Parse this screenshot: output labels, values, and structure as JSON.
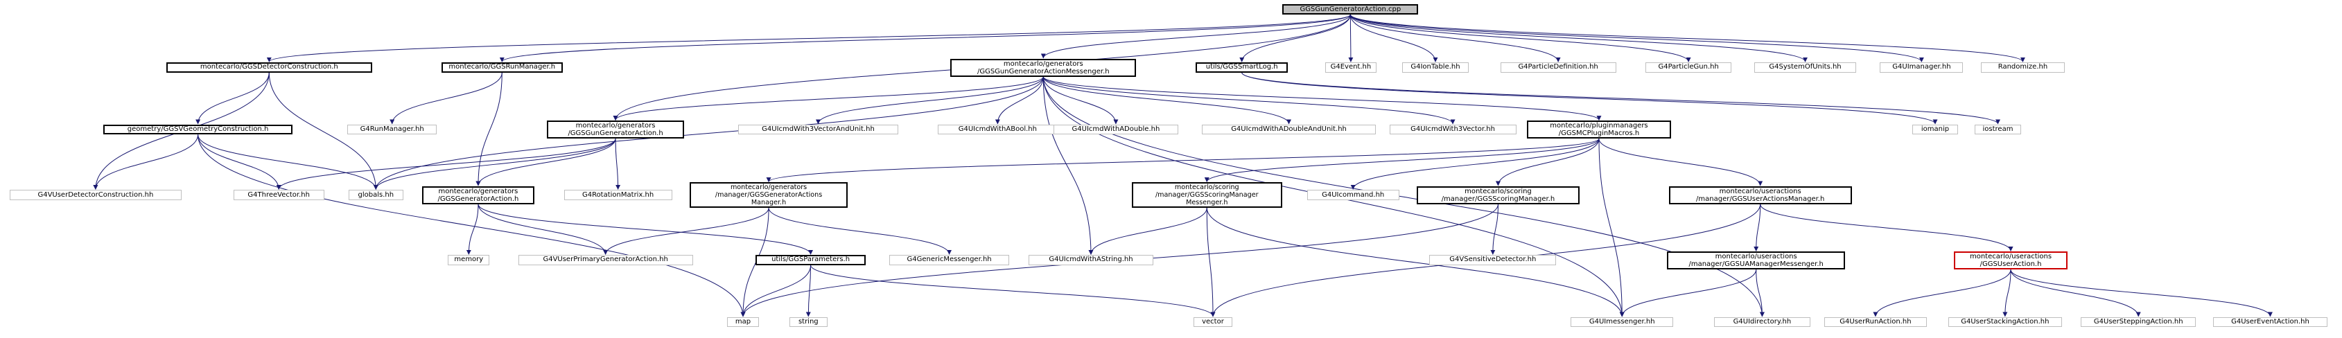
{
  "graph": {
    "colors": {
      "edge": "#191970",
      "node_border": "#000000",
      "ext_border": "#bfbfbf",
      "root_fill": "#bfbfbf",
      "highlight_border": "#cc0000"
    },
    "nodes": {
      "root": "GGSGunGeneratorAction.cpp",
      "det": "montecarlo/GGSDetectorConstruction.h",
      "runm": "montecarlo/GGSRunManager.h",
      "gam": [
        "montecarlo/generators",
        "/GGSGunGeneratorActionMessenger.h"
      ],
      "smart": "utils/GGSSmartLog.h",
      "g4ev": "G4Event.hh",
      "g4ion": "G4IonTable.hh",
      "g4pd": "G4ParticleDefinition.hh",
      "g4pg": "G4ParticleGun.hh",
      "g4su": "G4SystemOfUnits.hh",
      "g4uim": "G4UImanager.hh",
      "rand": "Randomize.hh",
      "geo": "geometry/GGSVGeometryConstruction.h",
      "g4rm": "G4RunManager.hh",
      "gga": [
        "montecarlo/generators",
        "/GGSGunGeneratorAction.h"
      ],
      "c3vu": "G4UIcmdWith3VectorAndUnit.hh",
      "cab": "G4UIcmdWithABool.hh",
      "cad": "G4UIcmdWithADouble.hh",
      "cadu": "G4UIcmdWithADoubleAndUnit.hh",
      "c3v": "G4UIcmdWith3Vector.hh",
      "mcp": [
        "montecarlo/pluginmanagers",
        "/GGSMCPluginMacros.h"
      ],
      "iomanip": "iomanip",
      "iostream": "iostream",
      "g4vudc": "G4VUserDetectorConstruction.hh",
      "g4tv": "G4ThreeVector.hh",
      "glob": "globals.hh",
      "ggsga": [
        "montecarlo/generators",
        "/GGSGeneratorAction.h"
      ],
      "g4rot": "G4RotationMatrix.hh",
      "gams": [
        "montecarlo/generators",
        "/manager/GGSGeneratorActions",
        "Manager.h"
      ],
      "ssm": [
        "montecarlo/scoring",
        "/manager/GGSScoringManager",
        "Messenger.h"
      ],
      "g4uic": "G4UIcommand.hh",
      "sm": [
        "montecarlo/scoring",
        "/manager/GGSScoringManager.h"
      ],
      "uam": [
        "montecarlo/useractions",
        "/manager/GGSUserActionsManager.h"
      ],
      "memory": "memory",
      "g4vupga": "G4VUserPrimaryGeneratorAction.hh",
      "params": "utils/GGSParameters.h",
      "g4gm": "G4GenericMessenger.hh",
      "g4uicas": "G4UIcmdWithAString.hh",
      "g4vsd": "G4VSensitiveDetector.hh",
      "uamm": [
        "montecarlo/useractions",
        "/manager/GGSUAManagerMessenger.h"
      ],
      "ua": [
        "montecarlo/useractions",
        "/GGSUserAction.h"
      ],
      "map": "map",
      "string": "string",
      "vector": "vector",
      "g4uimsg": "G4UImessenger.hh",
      "g4uid": "G4UIdirectory.hh",
      "g4ura": "G4UserRunAction.hh",
      "g4usa": "G4UserStackingAction.hh",
      "g4ustep": "G4UserSteppingAction.hh",
      "g4uev": "G4UserEventAction.hh"
    },
    "edges": [
      [
        "root",
        "det"
      ],
      [
        "root",
        "runm"
      ],
      [
        "root",
        "gam"
      ],
      [
        "root",
        "smart"
      ],
      [
        "root",
        "g4ev"
      ],
      [
        "root",
        "g4ion"
      ],
      [
        "root",
        "g4pd"
      ],
      [
        "root",
        "g4pg"
      ],
      [
        "root",
        "g4su"
      ],
      [
        "root",
        "g4uim"
      ],
      [
        "root",
        "rand"
      ],
      [
        "root",
        "gga"
      ],
      [
        "det",
        "geo"
      ],
      [
        "det",
        "g4vudc"
      ],
      [
        "det",
        "glob"
      ],
      [
        "geo",
        "g4vudc"
      ],
      [
        "geo",
        "g4tv"
      ],
      [
        "geo",
        "glob"
      ],
      [
        "geo",
        "map"
      ],
      [
        "runm",
        "g4rm"
      ],
      [
        "runm",
        "ggsga"
      ],
      [
        "gam",
        "gga"
      ],
      [
        "gam",
        "c3vu"
      ],
      [
        "gam",
        "cab"
      ],
      [
        "gam",
        "cad"
      ],
      [
        "gam",
        "cadu"
      ],
      [
        "gam",
        "c3v"
      ],
      [
        "gam",
        "mcp"
      ],
      [
        "gam",
        "g4uicas"
      ],
      [
        "gam",
        "glob"
      ],
      [
        "gam",
        "g4uid"
      ],
      [
        "gam",
        "g4uimsg"
      ],
      [
        "smart",
        "iomanip"
      ],
      [
        "smart",
        "iostream"
      ],
      [
        "gga",
        "g4tv"
      ],
      [
        "gga",
        "glob"
      ],
      [
        "gga",
        "ggsga"
      ],
      [
        "gga",
        "g4rot"
      ],
      [
        "ggsga",
        "memory"
      ],
      [
        "ggsga",
        "g4vupga"
      ],
      [
        "ggsga",
        "params"
      ],
      [
        "mcp",
        "gams"
      ],
      [
        "mcp",
        "ssm"
      ],
      [
        "mcp",
        "g4uic"
      ],
      [
        "mcp",
        "sm"
      ],
      [
        "mcp",
        "uam"
      ],
      [
        "mcp",
        "g4uimsg"
      ],
      [
        "gams",
        "g4vupga"
      ],
      [
        "gams",
        "g4gm"
      ],
      [
        "gams",
        "map"
      ],
      [
        "ssm",
        "g4uicas"
      ],
      [
        "ssm",
        "vector"
      ],
      [
        "ssm",
        "g4uimsg"
      ],
      [
        "sm",
        "g4vsd"
      ],
      [
        "sm",
        "map"
      ],
      [
        "uam",
        "uamm"
      ],
      [
        "uam",
        "ua"
      ],
      [
        "uam",
        "vector"
      ],
      [
        "uamm",
        "g4uimsg"
      ],
      [
        "uamm",
        "g4uid"
      ],
      [
        "ua",
        "g4ura"
      ],
      [
        "ua",
        "g4usa"
      ],
      [
        "ua",
        "g4ustep"
      ],
      [
        "ua",
        "g4uev"
      ],
      [
        "params",
        "map"
      ],
      [
        "params",
        "string"
      ],
      [
        "params",
        "vector"
      ]
    ]
  }
}
